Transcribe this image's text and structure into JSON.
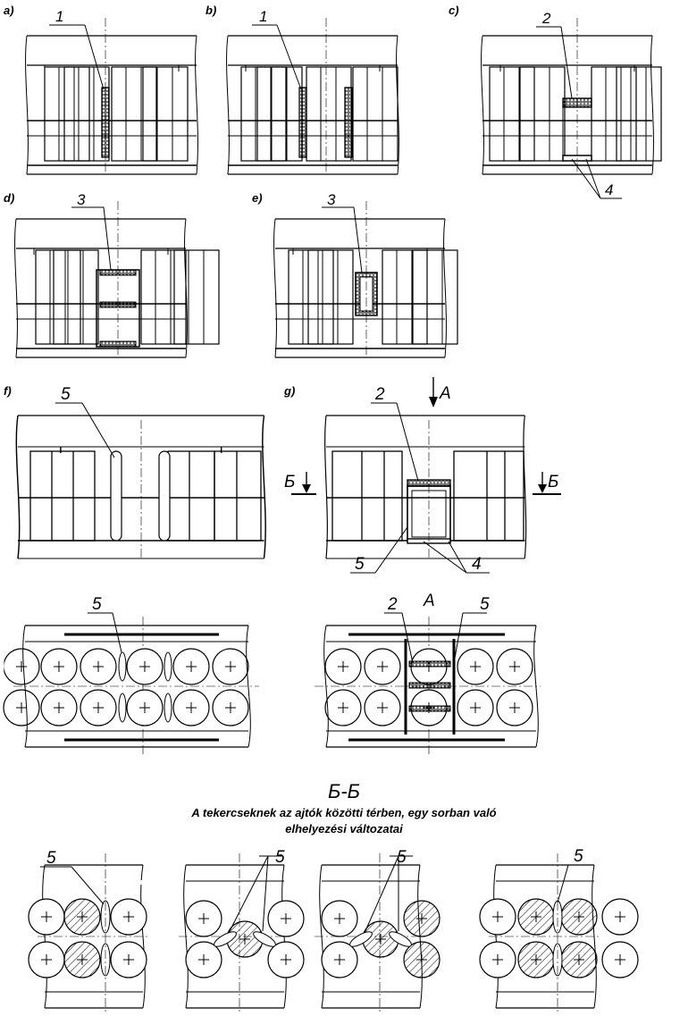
{
  "panels": {
    "a": {
      "label": "a)",
      "callouts": [
        "1"
      ]
    },
    "b": {
      "label": "b)",
      "callouts": [
        "1"
      ]
    },
    "c": {
      "label": "c)",
      "callouts": [
        "2",
        "4"
      ]
    },
    "d": {
      "label": "d)",
      "callouts": [
        "3"
      ]
    },
    "e": {
      "label": "e)",
      "callouts": [
        "3"
      ]
    },
    "f": {
      "label": "f)",
      "callouts": [
        "5"
      ]
    },
    "g": {
      "label": "g)",
      "callouts": [
        "2",
        "5",
        "4"
      ]
    }
  },
  "view_marks": {
    "a": "A",
    "b_left": "Б",
    "b_right": "Б"
  },
  "plan_views": {
    "left": {
      "callouts": [
        "5"
      ]
    },
    "right": {
      "view_label": "A",
      "callouts": [
        "2",
        "5"
      ]
    }
  },
  "section": {
    "title": "Б-Б",
    "caption_line1": "A tekercseknek az ajtók közötti térben, egy sorban való",
    "caption_line2": "elhelyezési változatai",
    "callouts": [
      "5",
      "5",
      "5",
      "5"
    ]
  }
}
